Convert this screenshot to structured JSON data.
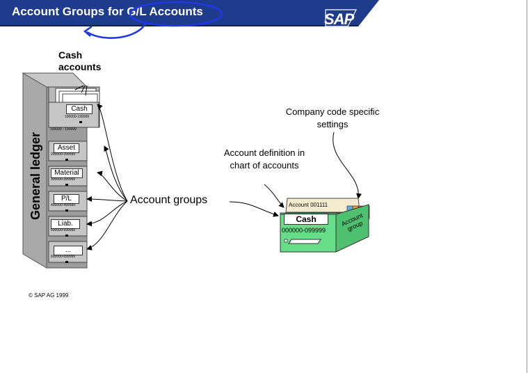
{
  "header": {
    "title": "Account Groups for G/L Accounts",
    "logo": "SAP",
    "background_color": "#1f3b8c",
    "annotation_color": "#1f37e6"
  },
  "cabinet": {
    "label": "General ledger",
    "callout": "Cash accounts",
    "drawers": [
      {
        "label": "Cash",
        "range": "100000-199999"
      },
      {
        "label": "Asset",
        "range": "200000-299999"
      },
      {
        "label": "Material",
        "range": "300000-399999"
      },
      {
        "label": "P/L",
        "range": "400000-499999"
      },
      {
        "label": "Liab.",
        "range": "500000-599999"
      },
      {
        "label": "...",
        "range": "600000-699999"
      }
    ],
    "top_range": "100000 - 199999"
  },
  "labels": {
    "account_groups": "Account groups",
    "account_definition": "Account definition in chart of accounts",
    "company_code": "Company code specific settings"
  },
  "cardbox": {
    "account_card": "Account 001111",
    "cash_label": "Cash",
    "range": "000000-099999",
    "side_label": "Account group",
    "color": "#66dd88"
  },
  "footer": {
    "copyright": "© SAP AG 1999"
  }
}
